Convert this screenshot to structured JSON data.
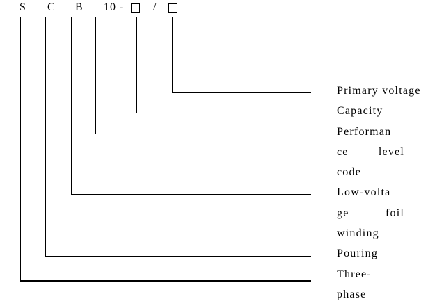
{
  "diagram": {
    "model_code": {
      "full_code": "S C B 10 - □ / □",
      "parts": [
        {
          "kind": "text",
          "value": "S",
          "name": "code-letter-s"
        },
        {
          "kind": "text",
          "value": "C",
          "name": "code-letter-c"
        },
        {
          "kind": "text",
          "value": "B",
          "name": "code-letter-b"
        },
        {
          "kind": "text",
          "value": "10 -",
          "name": "code-number-10-dash"
        },
        {
          "kind": "box",
          "value": "□",
          "name": "capacity-placeholder-box-icon"
        },
        {
          "kind": "text",
          "value": "/",
          "name": "code-slash-separator"
        },
        {
          "kind": "box",
          "value": "□",
          "name": "primary-voltage-placeholder-box-icon"
        }
      ]
    },
    "labels": [
      {
        "id": "primary-voltage",
        "text": "Primary voltage",
        "lines": [
          [
            "Primary voltage"
          ]
        ]
      },
      {
        "id": "capacity",
        "text": "Capacity",
        "lines": [
          [
            "Capacity"
          ]
        ]
      },
      {
        "id": "performance-level-code",
        "text": "Performance level code",
        "lines": [
          [
            "Performan"
          ],
          [
            "ce",
            "level"
          ],
          [
            "code"
          ]
        ]
      },
      {
        "id": "low-voltage-foil-winding",
        "text": "Low-voltage foil winding",
        "lines": [
          [
            "Low-volta"
          ],
          [
            "ge",
            "foil"
          ],
          [
            "winding"
          ]
        ]
      },
      {
        "id": "pouring",
        "text": "Pouring",
        "lines": [
          [
            "Pouring"
          ]
        ]
      },
      {
        "id": "three-phase",
        "text": "Three-phase",
        "lines": [
          [
            "Three-"
          ],
          [
            "phase"
          ]
        ]
      }
    ],
    "colors": {
      "line": "#000000",
      "text": "#000000",
      "background": "#ffffff"
    }
  }
}
